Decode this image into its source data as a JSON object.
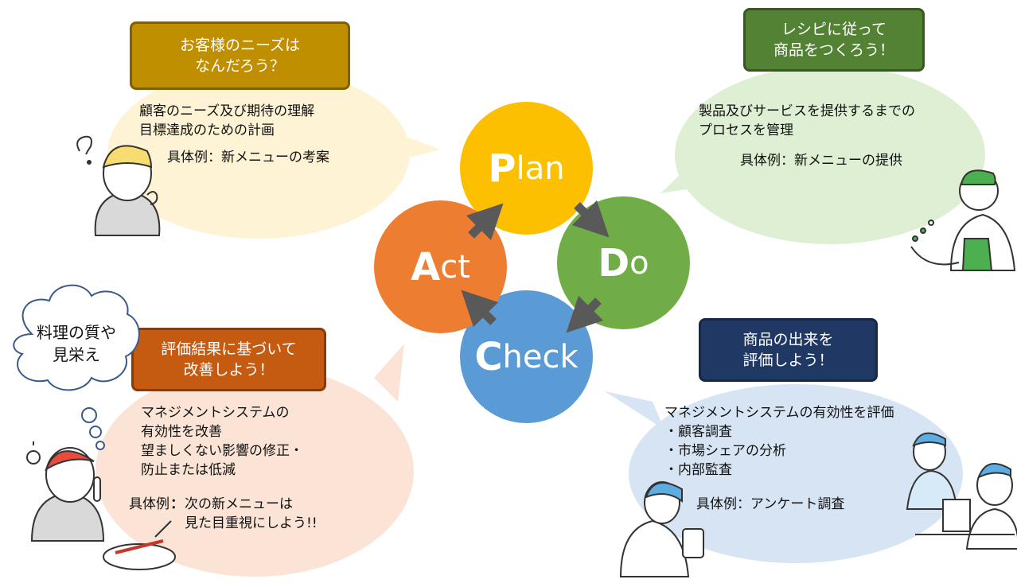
{
  "plan": {
    "label_initial": "P",
    "label_rest": "lan",
    "color": "#FCC000",
    "title": "お客様のニーズは\nなんだろう？",
    "title_color": "#BF8F00",
    "body": "顧客のニーズ及び期待の理解\n目標達成のための計画",
    "example": "具体例：新メニューの考案"
  },
  "do": {
    "label_initial": "D",
    "label_rest": "o",
    "color": "#70AD47",
    "title": "レシピに従って\n商品をつくろう！",
    "title_color": "#548235",
    "body": "製品及びサービスを提供するまでの\nプロセスを管理",
    "example": "具体例：新メニューの提供"
  },
  "check": {
    "label_initial": "C",
    "label_rest": "heck",
    "color": "#5B9BD5",
    "title": "商品の出来を\n評価しよう！",
    "title_color": "#203864",
    "body": "マネジメントシステムの有効性を評価\n・顧客調査\n・市場シェアの分析\n・内部監査",
    "example": "具体例：アンケート調査"
  },
  "act": {
    "label_initial": "A",
    "label_rest": "ct",
    "color": "#ED7D31",
    "title": "評価結果に基づいて\n改善しよう！",
    "title_color": "#C55A11",
    "body": "マネジメントシステムの\n有効性を改善\n望ましくない影響の修正・\n防止または低減",
    "example_label": "具体例",
    "example_colon": "：",
    "example_text": "次の新メニューは\n見た目重視にしよう!!"
  },
  "thought": "料理の質や\n見栄え"
}
